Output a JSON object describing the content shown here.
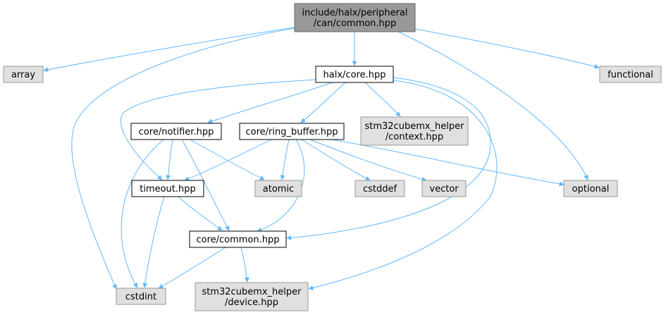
{
  "colors": {
    "edge": "#63b8ff",
    "root_fill": "#999999",
    "root_stroke": "#666666",
    "header_fill": "#ffffff",
    "header_stroke": "#000000",
    "system_fill": "#e0e0e0",
    "system_stroke": "#999999"
  },
  "nodes": [
    {
      "id": "root",
      "kind": "root",
      "lines": [
        "include/halx/peripheral",
        "/can/common.hpp"
      ]
    },
    {
      "id": "array",
      "kind": "system",
      "lines": [
        "array"
      ]
    },
    {
      "id": "core",
      "kind": "header",
      "lines": [
        "halx/core.hpp"
      ]
    },
    {
      "id": "functional",
      "kind": "system",
      "lines": [
        "functional"
      ]
    },
    {
      "id": "notifier",
      "kind": "header",
      "lines": [
        "core/notifier.hpp"
      ]
    },
    {
      "id": "ring_buffer",
      "kind": "header",
      "lines": [
        "core/ring_buffer.hpp"
      ]
    },
    {
      "id": "context",
      "kind": "system",
      "lines": [
        "stm32cubemx_helper",
        "/context.hpp"
      ]
    },
    {
      "id": "timeout",
      "kind": "header",
      "lines": [
        "timeout.hpp"
      ]
    },
    {
      "id": "atomic",
      "kind": "system",
      "lines": [
        "atomic"
      ]
    },
    {
      "id": "cstddef",
      "kind": "system",
      "lines": [
        "cstddef"
      ]
    },
    {
      "id": "vector",
      "kind": "system",
      "lines": [
        "vector"
      ]
    },
    {
      "id": "optional",
      "kind": "system",
      "lines": [
        "optional"
      ]
    },
    {
      "id": "common",
      "kind": "header",
      "lines": [
        "core/common.hpp"
      ]
    },
    {
      "id": "cstdint",
      "kind": "system",
      "lines": [
        "cstdint"
      ]
    },
    {
      "id": "device",
      "kind": "system",
      "lines": [
        "stm32cubemx_helper",
        "/device.hpp"
      ]
    }
  ],
  "edges": [
    {
      "from": "root",
      "to": "array"
    },
    {
      "from": "root",
      "to": "core"
    },
    {
      "from": "root",
      "to": "functional"
    },
    {
      "from": "root",
      "to": "optional"
    },
    {
      "from": "root",
      "to": "cstdint"
    },
    {
      "from": "core",
      "to": "notifier"
    },
    {
      "from": "core",
      "to": "ring_buffer"
    },
    {
      "from": "core",
      "to": "context"
    },
    {
      "from": "core",
      "to": "timeout"
    },
    {
      "from": "core",
      "to": "common"
    },
    {
      "from": "core",
      "to": "device"
    },
    {
      "from": "notifier",
      "to": "timeout"
    },
    {
      "from": "notifier",
      "to": "atomic"
    },
    {
      "from": "notifier",
      "to": "common"
    },
    {
      "from": "notifier",
      "to": "cstdint"
    },
    {
      "from": "ring_buffer",
      "to": "timeout"
    },
    {
      "from": "ring_buffer",
      "to": "atomic"
    },
    {
      "from": "ring_buffer",
      "to": "cstddef"
    },
    {
      "from": "ring_buffer",
      "to": "vector"
    },
    {
      "from": "ring_buffer",
      "to": "optional"
    },
    {
      "from": "ring_buffer",
      "to": "common"
    },
    {
      "from": "timeout",
      "to": "common"
    },
    {
      "from": "timeout",
      "to": "cstdint"
    },
    {
      "from": "common",
      "to": "cstdint"
    },
    {
      "from": "common",
      "to": "device"
    }
  ]
}
